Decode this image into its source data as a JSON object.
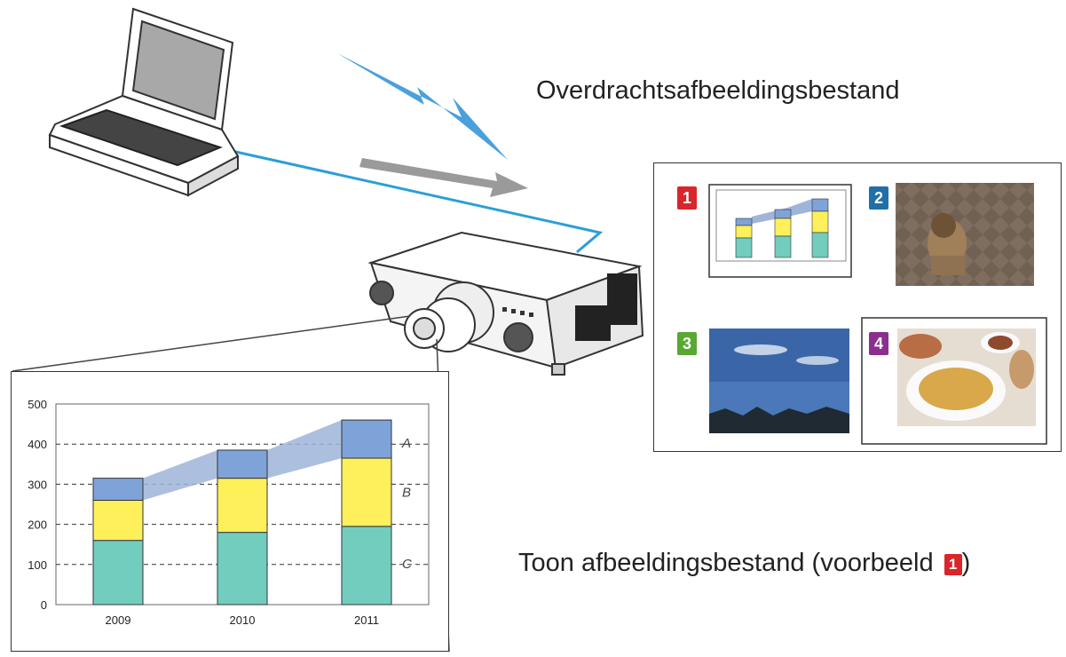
{
  "header": {
    "transfer_title": "Overdrachtsafbeeldingsbestand"
  },
  "footer": {
    "display_caption": "Toon afbeeldingsbestand (voorbeeld",
    "display_badge": "1",
    "display_close": ")"
  },
  "thumbnails": [
    {
      "badge": "1",
      "color": "#d9262b",
      "kind": "chart"
    },
    {
      "badge": "2",
      "color": "#1f6fa8",
      "kind": "lion"
    },
    {
      "badge": "3",
      "color": "#5aa832",
      "kind": "sky"
    },
    {
      "badge": "4",
      "color": "#8a2f8f",
      "kind": "food"
    }
  ],
  "colors": {
    "segC": "#72cdbf",
    "segB": "#fdf05a",
    "segA": "#7ea3d9",
    "band": "#9fb4d8",
    "lightning": "#2a8fd6",
    "cable": "#2a9fd6"
  },
  "chart_data": {
    "type": "bar",
    "stacked": true,
    "categories": [
      "2009",
      "2010",
      "2011"
    ],
    "series": [
      {
        "name": "C",
        "values": [
          160,
          180,
          195
        ]
      },
      {
        "name": "B",
        "values": [
          100,
          135,
          170
        ]
      },
      {
        "name": "A",
        "values": [
          55,
          70,
          95
        ]
      }
    ],
    "segment_labels": [
      "A",
      "B",
      "C"
    ],
    "yticks": [
      0,
      100,
      200,
      300,
      400,
      500
    ],
    "ylim": [
      0,
      500
    ],
    "grid": "dashed-horizontal"
  }
}
